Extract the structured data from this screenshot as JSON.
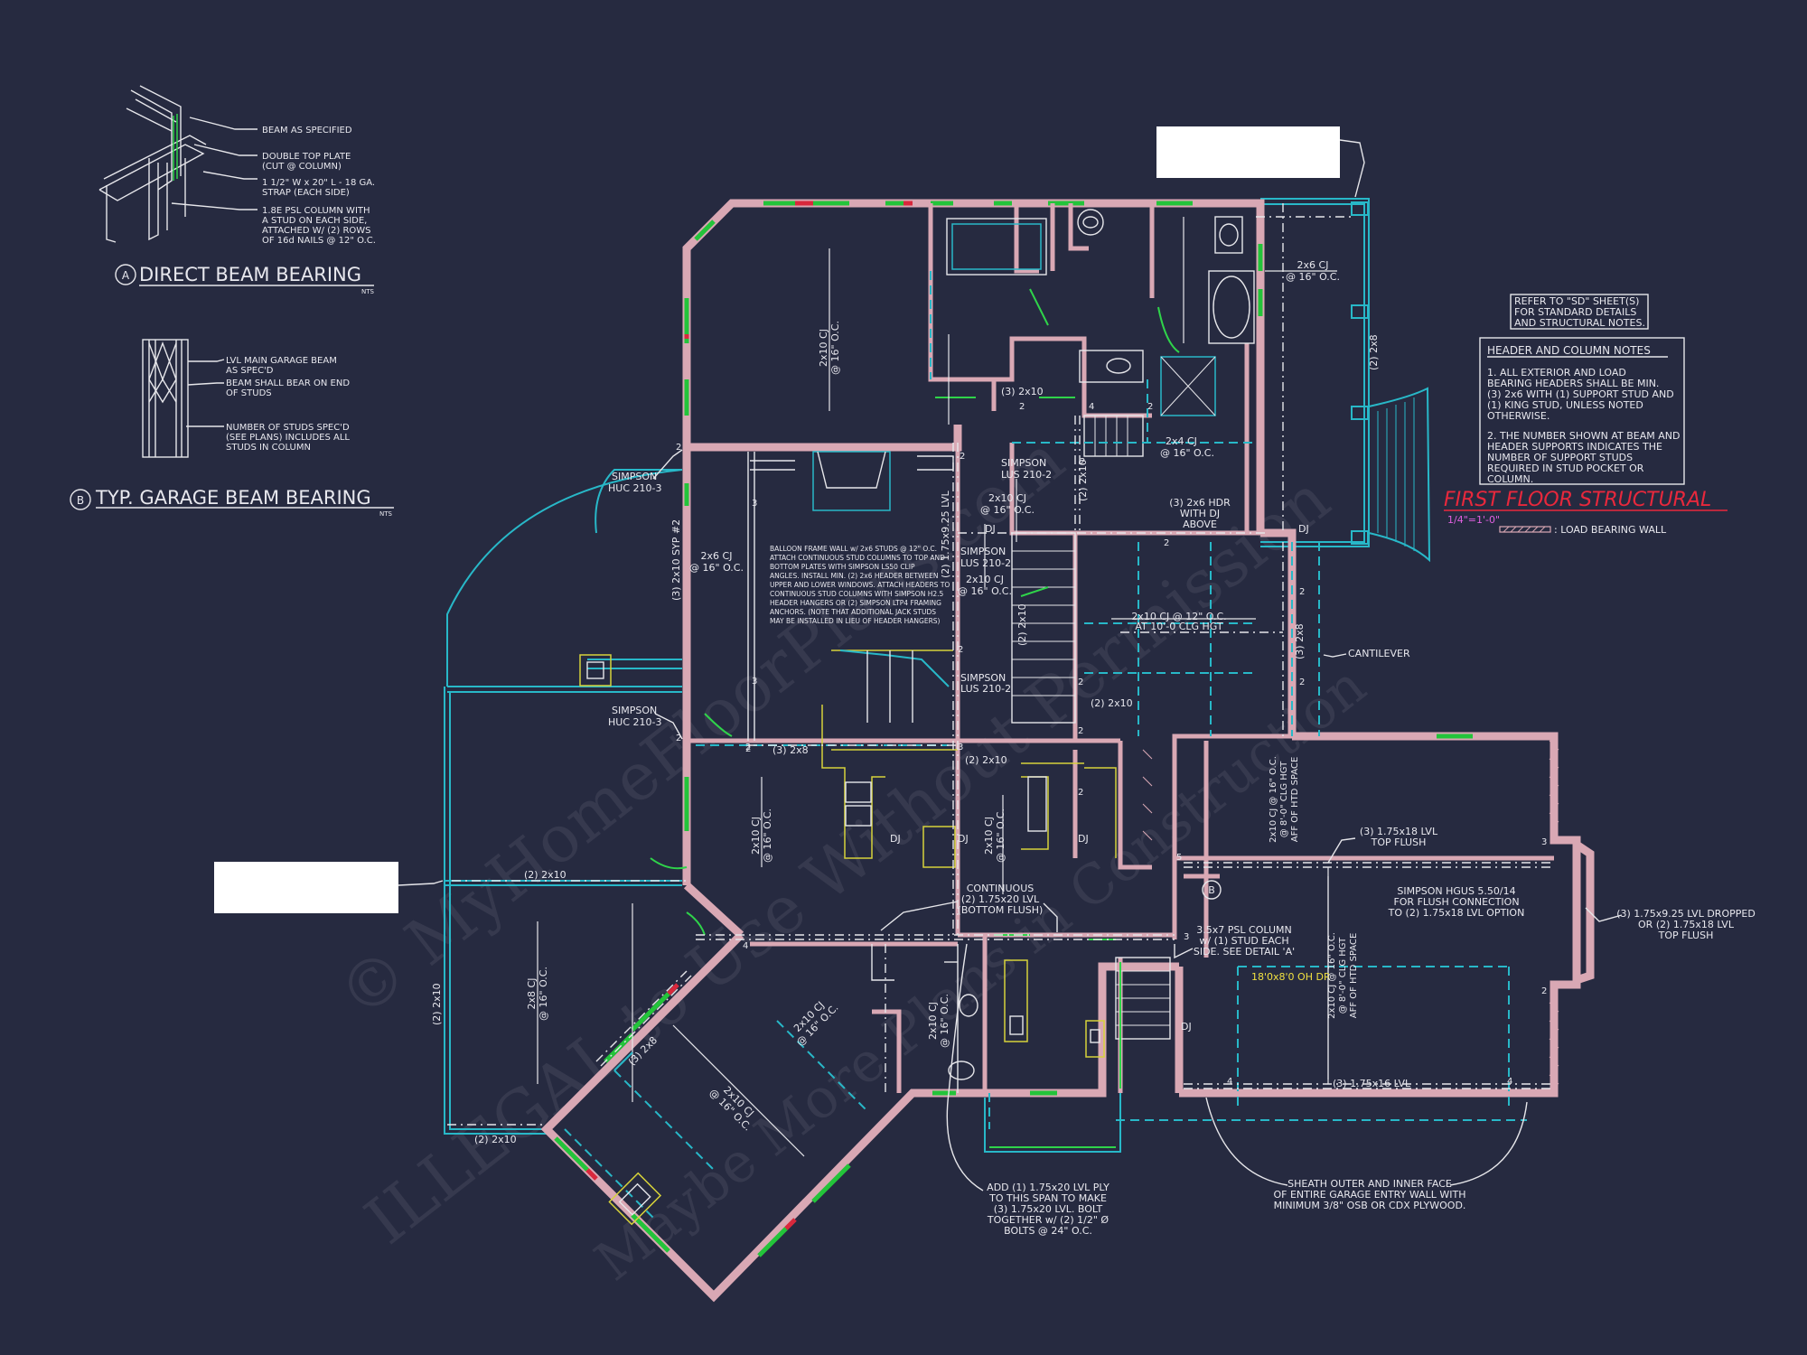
{
  "details": {
    "a": {
      "marker": "A",
      "title": "DIRECT BEAM BEARING",
      "scale": "NTS",
      "callouts": [
        "BEAM AS SPECIFIED",
        "DOUBLE TOP PLATE",
        "(CUT @ COLUMN)",
        "1 1/2\" W x 20\" L - 18 GA.",
        "STRAP (EACH SIDE)",
        "1.8E PSL COLUMN WITH",
        "A STUD ON EACH SIDE,",
        "ATTACHED W/ (2) ROWS",
        "OF 16d NAILS @ 12\" O.C."
      ]
    },
    "b": {
      "marker": "B",
      "title": "TYP. GARAGE BEAM BEARING",
      "scale": "NTS",
      "callouts": [
        "LVL MAIN GARAGE BEAM",
        "AS SPEC'D",
        "BEAM SHALL BEAR ON END",
        "OF STUDS",
        "NUMBER OF STUDS SPEC'D",
        "(SEE PLANS) INCLUDES ALL",
        "STUDS IN COLUMN"
      ]
    }
  },
  "refer_note": [
    "REFER TO \"SD\" SHEET(S)",
    "FOR STANDARD DETAILS",
    "AND STRUCTURAL NOTES."
  ],
  "notes": {
    "title": "HEADER AND COLUMN NOTES",
    "lines": [
      "1. ALL EXTERIOR AND LOAD",
      "BEARING HEADERS SHALL BE MIN.",
      "(3) 2x6 WITH (1) SUPPORT STUD AND",
      "(1) KING STUD, UNLESS NOTED",
      "OTHERWISE.",
      "",
      "2. THE NUMBER SHOWN AT BEAM AND",
      "HEADER SUPPORTS INDICATES THE",
      "NUMBER OF SUPPORT STUDS",
      "REQUIRED IN STUD POCKET OR",
      "COLUMN."
    ]
  },
  "sheet": {
    "title": "FIRST FLOOR STRUCTURAL",
    "scale": "1/4\"=1'-0\"",
    "legend": ": LOAD BEARING WALL"
  },
  "plan_labels": {
    "cj_master": [
      "2x10 CJ",
      "@ 16\" O.C."
    ],
    "cj_porch_right": [
      "2x6 CJ",
      "@ 16\" O.C."
    ],
    "beam_right": "(2) 2x8",
    "hdr_3_2x10": "(3) 2x10",
    "cj_2x4": [
      "2x4 CJ",
      "@ 16\" O.C."
    ],
    "simpson_lus_top": [
      "SIMPSON",
      "LUS 210-2"
    ],
    "cj_hall": [
      "2x10 CJ",
      "@ 16\" O.C."
    ],
    "hdr_dj": [
      "(3) 2x6 HDR",
      "WITH DJ",
      "ABOVE"
    ],
    "dj": "DJ",
    "lvl_175": "(2) 1.75x9.25 LVL",
    "beam_2x10_v": "(2) 2x10",
    "simpson_lus_mid": [
      "SIMPSON",
      "LUS 210-2"
    ],
    "cj_mid": [
      "2x10 CJ",
      "@ 16\" O.C."
    ],
    "beam_2x10_v2": "(2) 2x10",
    "cj_clg": [
      "2x10 CJ @ 12\" O.C.",
      "AT 10'-0 CLG HGT"
    ],
    "beam_2x8_right": "(3) 2x8",
    "cantilever": "CANTILEVER",
    "simpson_lus_low": [
      "SIMPSON",
      "LUS 210-2"
    ],
    "hdr_2x10_b": "(2) 2x10",
    "hdr_2x10_c": "(2) 2x10",
    "simpson_huc_top": [
      "SIMPSON",
      "HUC 210-3"
    ],
    "simpson_huc_low": [
      "SIMPSON",
      "HUC 210-3"
    ],
    "beam_3_2x10_syp": "(3) 2x10 SYP #2",
    "cj_family": [
      "2x6 CJ",
      "@ 16\" O.C."
    ],
    "balloon_note": [
      "BALLOON FRAME WALL w/ 2x6 STUDS @ 12\" O.C.",
      "ATTACH CONTINUOUS STUD COLUMNS TO TOP AND",
      "BOTTOM PLATES WITH SIMPSON LS50 CLIP",
      "ANGLES. INSTALL MIN. (2) 2x6 HEADER BETWEEN",
      "UPPER AND LOWER WINDOWS. ATTACH HEADERS TO",
      "CONTINUOUS STUD COLUMNS WITH SIMPSON H2.5",
      "HEADER HANGERS OR (2) SIMPSON LTP4 FRAMING",
      "ANCHORS. (NOTE THAT ADDITIONAL JACK STUDS",
      "MAY BE INSTALLED IN LIEU OF HEADER HANGERS)"
    ],
    "hdr_3_2x8": "(3) 2x8",
    "cj_kitchen": [
      "2x10 CJ",
      "@ 16\" O.C."
    ],
    "cj_dining": [
      "2x10 CJ",
      "@ 16\" O.C."
    ],
    "dj_k": "DJ",
    "hdr_2x10_porch": "(2) 2x10",
    "cj_porch": [
      "2x8 CJ",
      "@ 16\" O.C."
    ],
    "beam_porch_v": "(2) 2x10",
    "beam_porch_b": "(2) 2x10",
    "cj_garage_lvl": [
      "2x10 CJ @ 16\" O.C.",
      "@ 8'-0\" CLG HGT",
      "AFF OF HTD SPACE"
    ],
    "lvl_top_flush": [
      "(3) 1.75x18 LVL",
      "TOP FLUSH"
    ],
    "simpson_hgus": [
      "SIMPSON HGUS 5.50/14",
      "FOR FLUSH CONNECTION",
      "TO (2) 1.75x18 LVL OPTION"
    ],
    "lvl_dropped": [
      "(3) 1.75x9.25 LVL DROPPED",
      "OR (2) 1.75x18 LVL",
      "TOP FLUSH"
    ],
    "continuous": [
      "CONTINUOUS",
      "(2) 1.75x20 LVL",
      "(BOTTOM FLUSH)"
    ],
    "psl_col": [
      "3.5x7 PSL COLUMN",
      "w/ (1) STUD EACH",
      "SIDE. SEE DETAIL 'A'"
    ],
    "oh_door": "18'0x8'0 OH DR",
    "cj_garage_2": [
      "2x10 CJ @ 16\" O.C.",
      "@ 8'-0\" CLG HGT",
      "AFF OF HTD SPACE"
    ],
    "lvl_bottom": "(3) 1.75x16 LVL",
    "cj_angled": [
      "2x10 CJ",
      "@ 16\" O.C."
    ],
    "cj_wing": [
      "2x10 CJ",
      "@ 16\" O.C."
    ],
    "beam_wing": "(3) 2x8",
    "cj_bath": [
      "2x10 CJ",
      "@ 16\" O.C."
    ],
    "add_lvl_note": [
      "ADD (1) 1.75x20 LVL PLY",
      "TO THIS SPAN TO MAKE",
      "(3) 1.75x20 LVL. BOLT",
      "TOGETHER w/ (2) 1/2\" Ø",
      "BOLTS @ 24\" O.C."
    ],
    "sheath_note": [
      "SHEATH OUTER AND INNER FACE",
      "OF ENTIRE GARAGE ENTRY WALL WITH",
      "MINIMUM 3/8\" OSB OR CDX PLYWOOD."
    ],
    "detail_b_tag": "B"
  },
  "stud_counts": [
    "2",
    "2",
    "3",
    "3",
    "2",
    "2",
    "2",
    "2",
    "4",
    "2",
    "2",
    "2",
    "2",
    "2",
    "2",
    "3",
    "2",
    "2",
    "2",
    "4",
    "5",
    "3",
    "3",
    "2",
    "4",
    "4"
  ],
  "watermark": [
    "© MyHomeFloorPlans.com",
    "ILLEGAL to Use Without Permission",
    "Maybe More Plans in Construction"
  ],
  "colors": {
    "background": "#262a40",
    "wall": "#d9a8b4",
    "window_green": "#23c43a",
    "window_red": "#d8283c",
    "cyan": "#28b8c8",
    "title_red": "#e8283c",
    "scale_magenta": "#e060e0",
    "highlight_yellow": "#f0e040"
  }
}
